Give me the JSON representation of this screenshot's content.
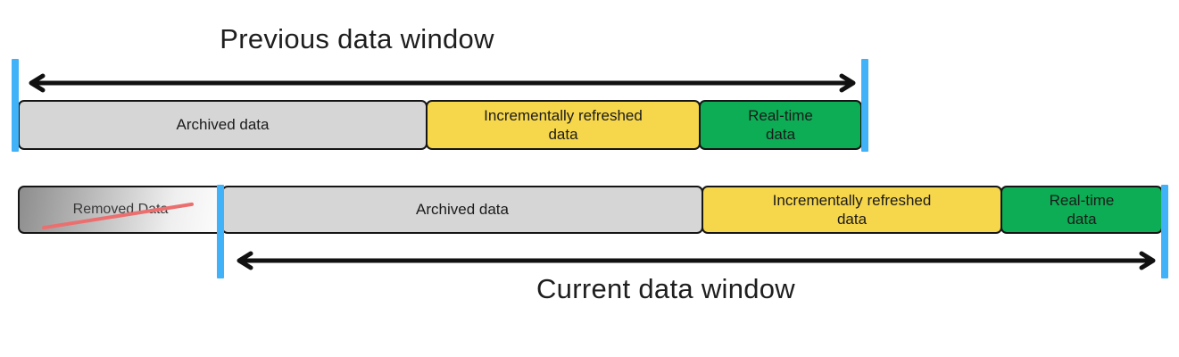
{
  "titles": {
    "previous": "Previous data window",
    "current": "Current data window"
  },
  "previous_bar": {
    "segments": [
      {
        "id": "archived",
        "label": "Archived data"
      },
      {
        "id": "incremental",
        "label": "Incrementally refreshed data"
      },
      {
        "id": "realtime",
        "label": "Real-time data"
      }
    ]
  },
  "current_bar": {
    "segments": [
      {
        "id": "removed",
        "label": "Removed Data",
        "struck_out": true
      },
      {
        "id": "archived",
        "label": "Archived data"
      },
      {
        "id": "incremental",
        "label": "Incrementally refreshed data"
      },
      {
        "id": "realtime",
        "label": "Real-time data"
      }
    ]
  },
  "colors": {
    "archived_fill": "#d6d6d6",
    "incremental_fill": "#f6d64b",
    "realtime_fill": "#0cad54",
    "window_marker": "#41b2f7",
    "strike_line": "#ec6f6f"
  }
}
